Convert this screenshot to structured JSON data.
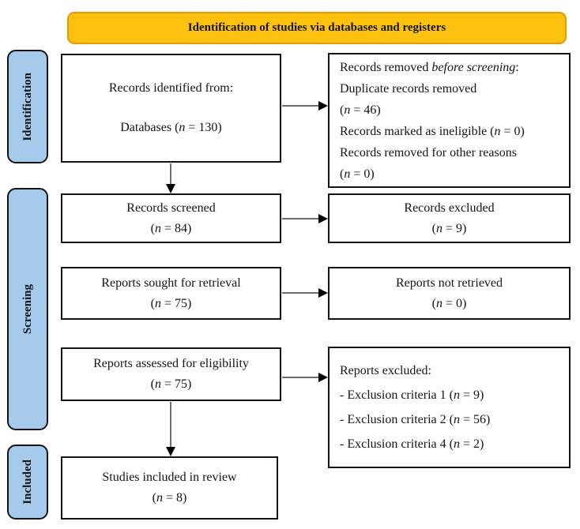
{
  "header": {
    "title": "Identification of studies via databases and registers"
  },
  "stages": {
    "identification": "Identification",
    "screening": "Screening",
    "included": "Included"
  },
  "colors": {
    "header_bg": "#fdc10f",
    "header_border": "#e09c00",
    "stage_bg": "#a5caec",
    "box_border": "#141414",
    "arrow_line": "#6e6e6e",
    "arrow_head": "#000000"
  },
  "boxes": {
    "records_identified": {
      "l1": {
        "pre": "Records identified from:"
      },
      "l2": {
        "pre": "Databases (",
        "it": "n",
        "post": " = 130)"
      }
    },
    "records_removed": {
      "l1": {
        "pre": "Records removed ",
        "it": "before screening",
        "post": ":"
      },
      "l2": {
        "pre": "Duplicate records removed"
      },
      "l3": {
        "pre": "(",
        "it": "n",
        "post": " = 46)"
      },
      "l4": {
        "pre": "Records marked as ineligible (",
        "it": "n",
        "post": " = 0)"
      },
      "l5": {
        "pre": "Records removed for other reasons"
      },
      "l6": {
        "pre": "(",
        "it": "n",
        "post": " = 0)"
      }
    },
    "records_screened": {
      "l1": {
        "pre": "Records screened"
      },
      "l2": {
        "pre": "(",
        "it": "n",
        "post": " = 84)"
      }
    },
    "records_excluded": {
      "l1": {
        "pre": "Records excluded"
      },
      "l2": {
        "pre": "(",
        "it": "n",
        "post": " = 9)"
      }
    },
    "reports_sought": {
      "l1": {
        "pre": "Reports sought for retrieval"
      },
      "l2": {
        "pre": "(",
        "it": "n",
        "post": " = 75)"
      }
    },
    "reports_not_retrieved": {
      "l1": {
        "pre": "Reports not retrieved"
      },
      "l2": {
        "pre": "(",
        "it": "n",
        "post": " = 0)"
      }
    },
    "reports_assessed": {
      "l1": {
        "pre": "Reports assessed for eligibility"
      },
      "l2": {
        "pre": "(",
        "it": "n",
        "post": " = 75)"
      }
    },
    "reports_excluded": {
      "l1": {
        "pre": "Reports excluded:"
      },
      "l2": {
        "pre": "- Exclusion criteria 1 (",
        "it": "n",
        "post": " = 9)"
      },
      "l3": {
        "pre": "- Exclusion criteria 2 (",
        "it": "n",
        "post": " = 56)"
      },
      "l4": {
        "pre": "- Exclusion criteria 4 (",
        "it": "n",
        "post": " = 2)"
      }
    },
    "studies_included": {
      "l1": {
        "pre": "Studies included in review"
      },
      "l2": {
        "pre": "(",
        "it": "n",
        "post": " = 8)"
      }
    }
  }
}
